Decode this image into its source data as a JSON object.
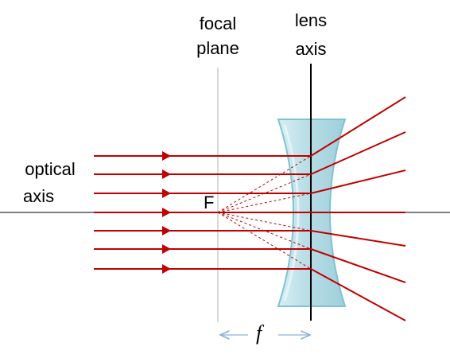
{
  "labels": {
    "focal_plane_line1": "focal",
    "focal_plane_line2": "plane",
    "lens_axis_line1": "lens",
    "lens_axis_line2": "axis",
    "optical_axis_line1": "optical",
    "optical_axis_line2": "axis",
    "focal_point": "F",
    "focal_length": "f"
  },
  "colors": {
    "ray": "#c00000",
    "lens_fill": "#bfe3ea",
    "lens_edge": "#7fc3cf",
    "axis_line": "#555555",
    "focal_plane_line": "#c8c8c8",
    "dimension_arrow": "#8fb2d6",
    "lens_axis_line": "#000000"
  }
}
